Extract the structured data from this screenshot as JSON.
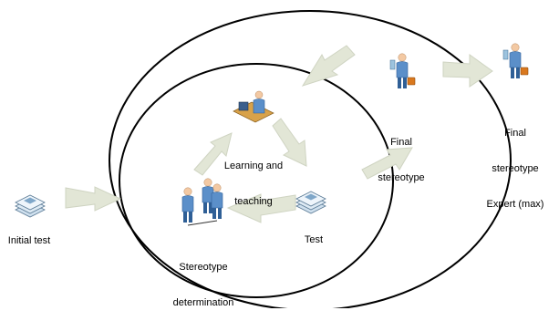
{
  "colors": {
    "arrow_fill": "#e2e6d6",
    "arrow_stroke": "#cfd4c2",
    "circle_stroke": "#000000",
    "person_head": "#f3c9a3",
    "person_body": "#5b8fc9",
    "person_body_dark": "#2f5f96",
    "document": "#9cc3de",
    "briefcase": "#d9781e",
    "desk": "#d8a24a"
  },
  "nodes": {
    "initial_test": {
      "label": "Initial test",
      "icon": "document-stack-icon"
    },
    "stereotype_determination": {
      "line1": "Stereotype",
      "line2": "determination",
      "icon": "group-of-people-icon"
    },
    "learning_and_teaching": {
      "line1": "Learning and",
      "line2": "teaching",
      "icon": "person-at-desk-icon"
    },
    "test": {
      "label": "Test",
      "icon": "document-stack-icon"
    },
    "final_stereotype": {
      "line1": "Final",
      "line2": "stereotype",
      "icon": "person-with-briefcase-icon"
    },
    "final_stereotype_expert": {
      "line1": "Final",
      "line2": "stereotype",
      "line3": "Expert (max)",
      "icon": "person-with-briefcase-icon"
    }
  }
}
